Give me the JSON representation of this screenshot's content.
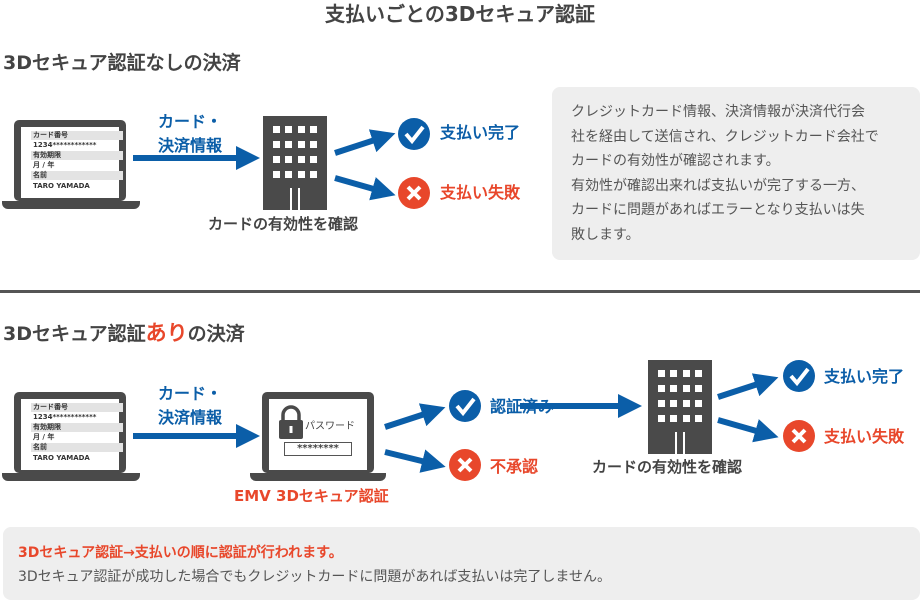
{
  "title": "支払いごとの3Dセキュア認証",
  "colors": {
    "blue": "#0b5ea8",
    "red": "#e8472b",
    "dark": "#4a4a4a",
    "panel": "#eeeeee"
  },
  "card_form": {
    "number_label": "カード番号",
    "number_value": "1234************",
    "expiry_label": "有効期限",
    "expiry_value": "月 / 年",
    "name_label": "名前",
    "name_value": "TARO YAMADA"
  },
  "section1": {
    "heading": "3Dセキュア認証なしの決済",
    "send_line1": "カード・",
    "send_line2": "決済情報",
    "building_label": "カードの有効性を確認",
    "success": "支払い完了",
    "failure": "支払い失敗",
    "note_lines": [
      "クレジットカード情報、決済情報が決済代行会",
      "社を経由して送信され、クレジットカード会社で",
      "カードの有効性が確認されます。",
      "有効性が確認出来れば支払いが完了する一方、",
      "カードに問題があればエラーとなり支払いは失",
      "敗します。"
    ]
  },
  "section2": {
    "heading_pre": "3Dセキュア認証",
    "heading_em": "あり",
    "heading_post": "の決済",
    "send_line1": "カード・",
    "send_line2": "決済情報",
    "password_label": "パスワード",
    "password_value": "********",
    "emv_label": "EMV 3Dセキュア認証",
    "auth_ok": "認証済み",
    "auth_ng": "不承認",
    "building_label": "カードの有効性を確認",
    "success": "支払い完了",
    "failure": "支払い失敗",
    "note_title": "3Dセキュア認証→支払いの順に認証が行われます。",
    "note_body": "3Dセキュア認証が成功した場合でもクレジットカードに問題があれば支払いは完了しません。"
  }
}
